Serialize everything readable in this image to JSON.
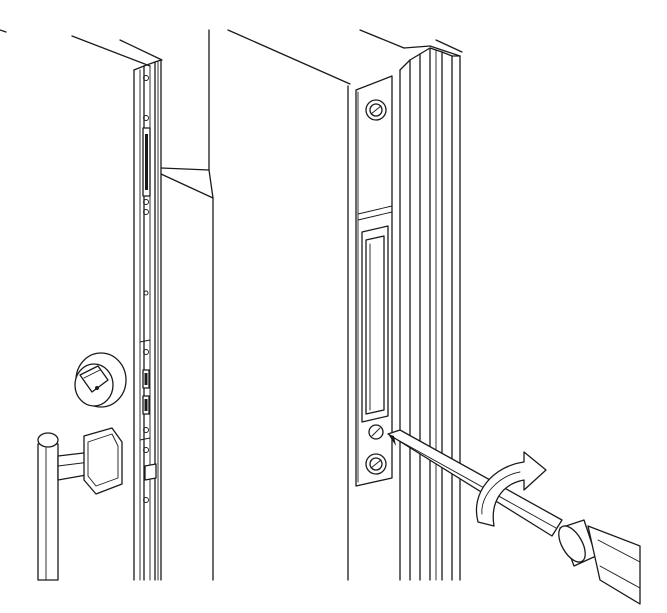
{
  "figure": {
    "left_panel": {
      "objects": [
        "door-leaf-edge",
        "multipoint-lock-faceplate",
        "cylinder-lock-knob",
        "pull-handle"
      ]
    },
    "right_panel": {
      "objects": [
        "door-frame-profile",
        "strike-plate",
        "adjustment-screw",
        "screwdriver",
        "rotation-arrow"
      ]
    },
    "colors": {
      "stroke": "#1a1a1a",
      "background": "#ffffff"
    }
  }
}
